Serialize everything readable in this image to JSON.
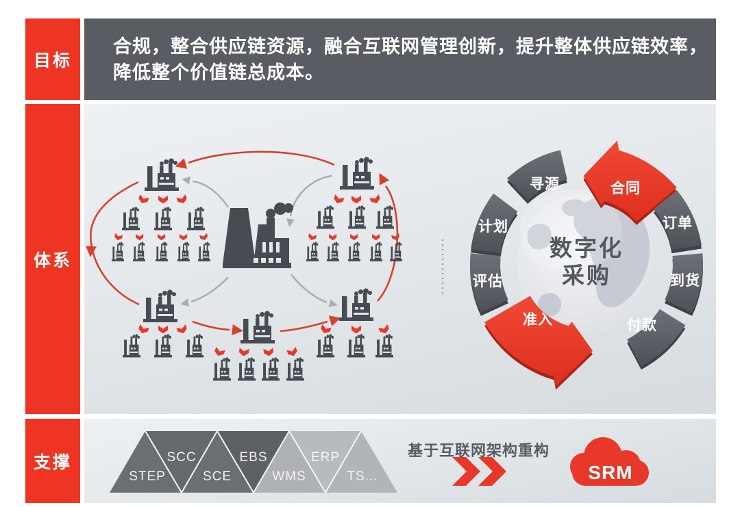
{
  "rows": {
    "goal": {
      "label": "目标",
      "line1": "合规，整合供应链资源，融合互联网管理创新，提升整体供应链效率，",
      "line2": "降低整个价值链总成本。"
    },
    "system": {
      "label": "体系"
    },
    "support": {
      "label": "支撑"
    }
  },
  "system_diagram": {
    "network": {
      "description_icon": "factory-network"
    },
    "procurement_cycle": {
      "center_line1": "数字化",
      "center_line2": "采购",
      "segments": [
        {
          "label": "寻源",
          "highlight": false
        },
        {
          "label": "合同",
          "highlight": true
        },
        {
          "label": "订单",
          "highlight": false
        },
        {
          "label": "到货",
          "highlight": false
        },
        {
          "label": "付款",
          "highlight": false
        },
        {
          "label": "准入",
          "highlight": true
        },
        {
          "label": "评估",
          "highlight": false
        },
        {
          "label": "计划",
          "highlight": false
        }
      ]
    }
  },
  "support_section": {
    "modules": [
      "STEP",
      "SCC",
      "SCE",
      "EBS",
      "WMS",
      "ERP",
      "TS..."
    ],
    "note": "基于互联网架构重构",
    "cloud_label": "SRM"
  },
  "colors": {
    "accent_red": "#ee3422",
    "banner_gray": "#595c62",
    "factory_dark": "#474b52",
    "module_dark": "#6b6e73",
    "module_light": "#aeb1b5"
  }
}
